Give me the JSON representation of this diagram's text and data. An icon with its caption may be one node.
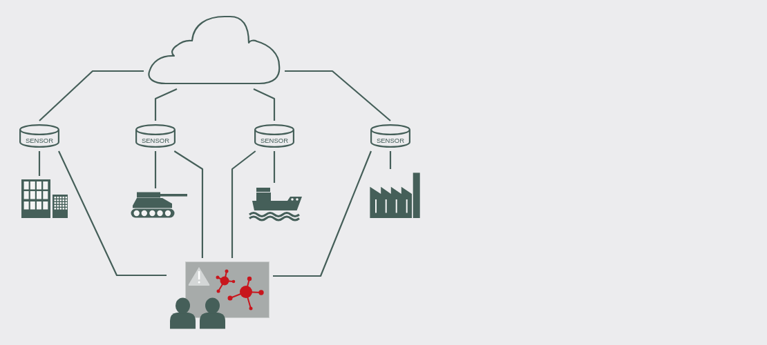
{
  "diagram": {
    "nodes": [
      {
        "text": [],
        "shape": "cloud"
      },
      {
        "text": [
          "SENSOR"
        ]
      },
      {
        "text": [
          "SENSOR"
        ]
      },
      {
        "text": [
          "SENSOR"
        ]
      },
      {
        "text": [
          "SENSOR"
        ]
      },
      {
        "text": [],
        "shape": "picture"
      },
      {
        "text": [],
        "shape": "picture"
      },
      {
        "text": [],
        "shape": "picture"
      },
      {
        "text": [],
        "shape": "picture"
      },
      {
        "text": [],
        "shape": "picture"
      }
    ],
    "edges": [
      {
        "from": 0,
        "to": 1,
        "arrow": "none"
      },
      {
        "from": 0,
        "to": 2,
        "arrow": "none"
      },
      {
        "from": 0,
        "to": 3,
        "arrow": "none"
      },
      {
        "from": 0,
        "to": 4,
        "arrow": "none"
      },
      {
        "from": 1,
        "to": 5,
        "arrow": "none"
      },
      {
        "from": 2,
        "to": 6,
        "arrow": "none"
      },
      {
        "from": 3,
        "to": 7,
        "arrow": "none"
      },
      {
        "from": 4,
        "to": 8,
        "arrow": "none"
      },
      {
        "from": 1,
        "to": 9,
        "arrow": "none"
      },
      {
        "from": 2,
        "to": 9,
        "arrow": "none"
      },
      {
        "from": 3,
        "to": 9,
        "arrow": "none"
      },
      {
        "from": 4,
        "to": 9,
        "arrow": "none"
      }
    ]
  }
}
